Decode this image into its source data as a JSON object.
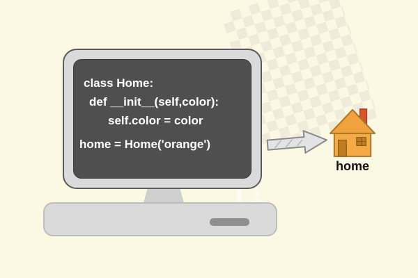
{
  "colors": {
    "bg": "#fbf8e4",
    "frame": "#dadada",
    "screen": "#4f4f4f",
    "code_text": "#ffffff",
    "arrow_fill": "#e3e3e3",
    "house_body": "#f5ab45",
    "house_roof": "#f0a23c",
    "chimney": "#d9542b",
    "door": "#c07c22"
  },
  "monitor": {
    "code_lines": [
      "class Home:",
      "def __init__(self,color):",
      "self.color = color",
      "home = Home('orange')"
    ]
  },
  "house": {
    "label": "home"
  },
  "watermark": {
    "text": "فارس"
  }
}
